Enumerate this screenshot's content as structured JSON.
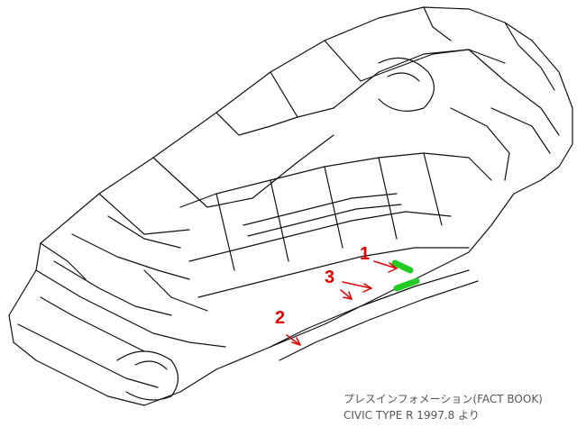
{
  "markers": [
    {
      "id": "1",
      "label": "1"
    },
    {
      "id": "2",
      "label": "2"
    },
    {
      "id": "3",
      "label": "3"
    }
  ],
  "caption": {
    "line1": "プレスインフォメーション(FACT BOOK)",
    "line2": "CIVIC TYPE R 1997.8 より"
  },
  "colors": {
    "outline": "#111111",
    "marker": "#e00000",
    "highlight": "#22cc22",
    "caption": "#555555"
  }
}
